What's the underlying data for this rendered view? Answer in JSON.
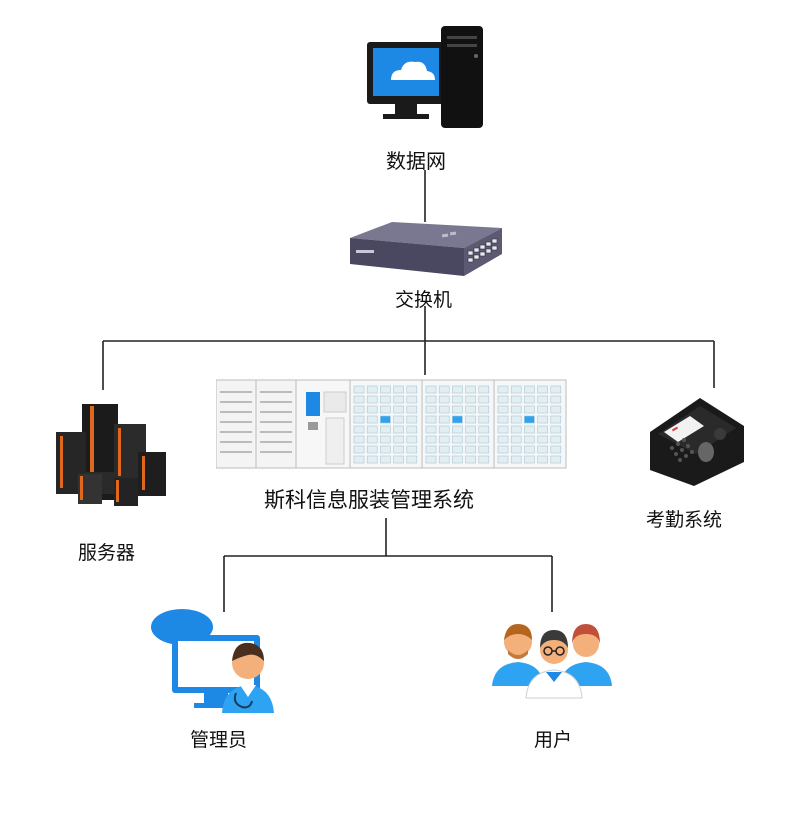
{
  "nodes": {
    "data_network": "数据网",
    "switch": "交换机",
    "system": "斯科信息服装管理系统",
    "server": "服务器",
    "attendance": "考勤系统",
    "admin": "管理员",
    "user": "用户"
  },
  "colors": {
    "line": "#222222",
    "accent_blue": "#1e88e5",
    "cabinet_blue": "#2ea3f2",
    "skin": "#f4b07a"
  },
  "icons": {
    "data_network": "desktop-computer-icon",
    "switch": "network-switch-icon",
    "system": "smart-cabinet-icon",
    "server": "server-rack-icon",
    "attendance": "fingerprint-terminal-icon",
    "admin": "administrator-icon",
    "user": "users-group-icon"
  }
}
